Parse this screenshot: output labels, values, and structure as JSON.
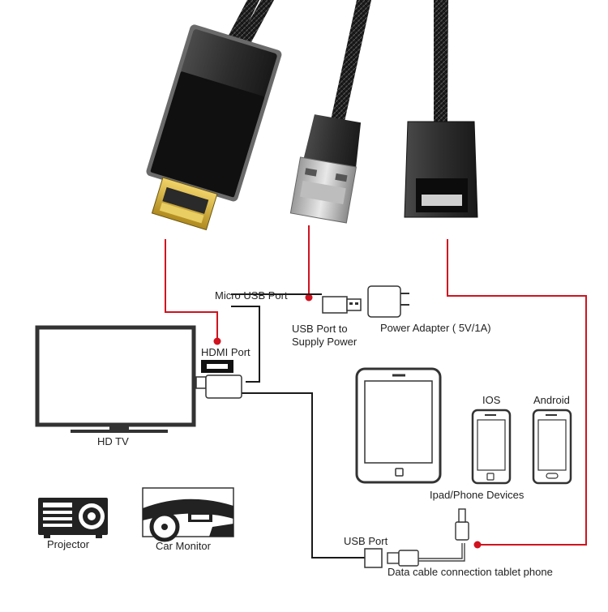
{
  "labels": {
    "micro_usb_port": "Micro USB Port",
    "usb_port_to_supply_power_line1": "USB Port to",
    "usb_port_to_supply_power_line2": "Supply Power",
    "power_adapter": "Power Adapter ( 5V/1A)",
    "hdmi_port": "HDMI Port",
    "hd_tv": "HD TV",
    "ios": "IOS",
    "android": "Android",
    "ipad_phone_devices": "Ipad/Phone Devices",
    "projector": "Projector",
    "car_monitor": "Car Monitor",
    "usb_port": "USB Port",
    "data_cable_caption": "Data cable connection tablet phone"
  },
  "colors": {
    "callout_red": "#d0131f",
    "line_black": "#1a1a1a",
    "icon_outline": "#333333",
    "cable_body": "#2a2a2a",
    "gold_contact": "#c9a227"
  }
}
